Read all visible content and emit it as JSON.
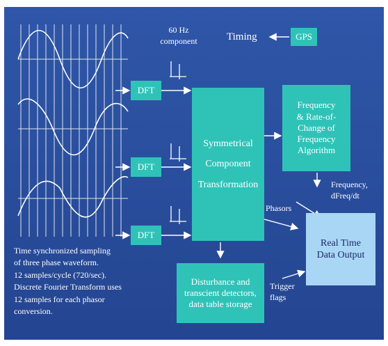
{
  "labels": {
    "component_60hz": "60 Hz\ncomponent",
    "timing": "Timing",
    "gps": "GPS",
    "dft": "DFT",
    "sct_line1": "Symmetrical",
    "sct_line2": "Component",
    "sct_line3": "Transformation",
    "freq_box": "Frequency\n& Rate-of-\nChange of\nFrequency\nAlgorithm",
    "freq_output": "Frequency,\ndFreq/dt",
    "phasors": "Phasors",
    "realtime": "Real Time\nData Output",
    "disturbance": "Disturbance and\ntranscient detectors,\ndata table storage",
    "trigger": "Trigger\nflags",
    "description": "Time synchronized sampling\nof three phase waveform.\n12 samples/cycle (720/sec).\nDiscrete Fourier Transform uses\n12 samples for each phasor\nconversion."
  },
  "colors": {
    "background": "#2a4f9e",
    "teal_box": "#2fc3b8",
    "output_box": "#a9d6f5"
  }
}
